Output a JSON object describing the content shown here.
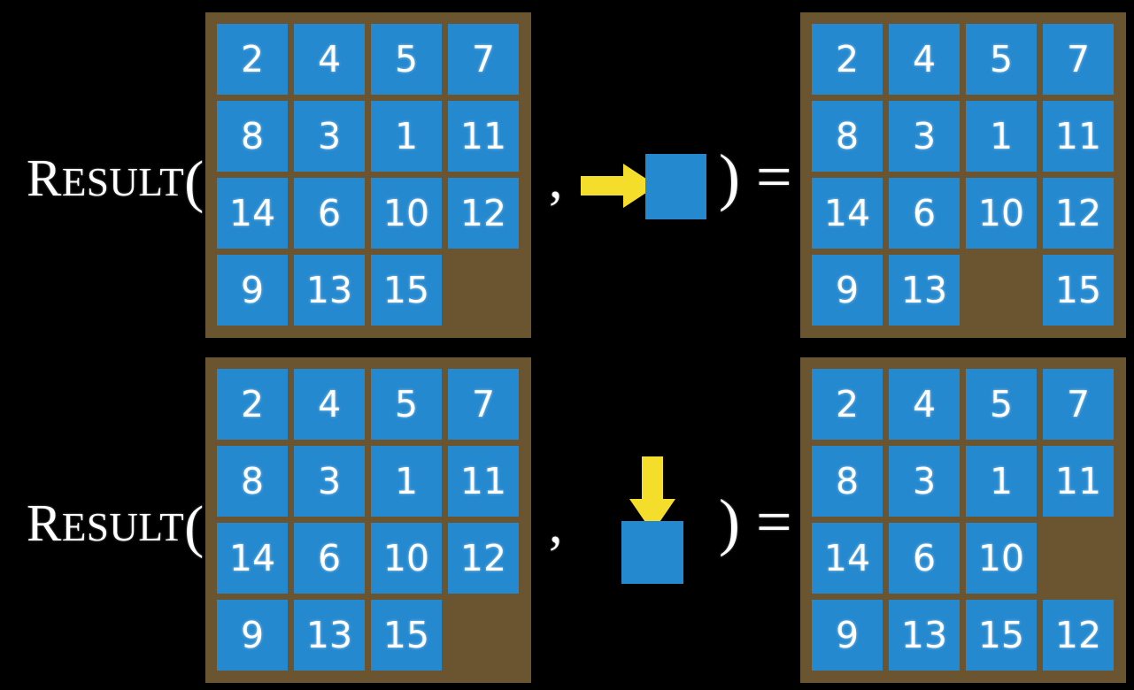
{
  "page": {
    "background_color": "#000000",
    "title_text": "RESULT",
    "open_paren": "(",
    "close_paren_equals": ") =",
    "comma": ",",
    "colors": {
      "tile_blue": "#2589d0",
      "board_brown": "#6b5530",
      "arrow_yellow": "#f5dd2b",
      "text_white": "#ffffff",
      "background": "#000000"
    }
  },
  "rows": [
    {
      "id": "row-slide-right",
      "label_cap": "R",
      "label_rest": "ESULT",
      "label_open": "(",
      "comma": ",",
      "close": ") =",
      "action": {
        "name": "slide-right",
        "arrow_direction": "right",
        "arrow_color": "#f5dd2b",
        "tile_color": "#2589d0"
      },
      "input_board": {
        "name": "input-board-top",
        "cells": [
          [
            "2",
            "4",
            "5",
            "7"
          ],
          [
            "8",
            "3",
            "1",
            "11"
          ],
          [
            "14",
            "6",
            "10",
            "12"
          ],
          [
            "9",
            "13",
            "15",
            ""
          ]
        ]
      },
      "output_board": {
        "name": "output-board-top",
        "cells": [
          [
            "2",
            "4",
            "5",
            "7"
          ],
          [
            "8",
            "3",
            "1",
            "11"
          ],
          [
            "14",
            "6",
            "10",
            "12"
          ],
          [
            "9",
            "13",
            "",
            "15"
          ]
        ]
      }
    },
    {
      "id": "row-slide-down",
      "label_cap": "R",
      "label_rest": "ESULT",
      "label_open": "(",
      "comma": ",",
      "close": ") =",
      "action": {
        "name": "slide-down",
        "arrow_direction": "down",
        "arrow_color": "#f5dd2b",
        "tile_color": "#2589d0"
      },
      "input_board": {
        "name": "input-board-bottom",
        "cells": [
          [
            "2",
            "4",
            "5",
            "7"
          ],
          [
            "8",
            "3",
            "1",
            "11"
          ],
          [
            "14",
            "6",
            "10",
            "12"
          ],
          [
            "9",
            "13",
            "15",
            ""
          ]
        ]
      },
      "output_board": {
        "name": "output-board-bottom",
        "cells": [
          [
            "2",
            "4",
            "5",
            "7"
          ],
          [
            "8",
            "3",
            "1",
            "11"
          ],
          [
            "14",
            "6",
            "10",
            ""
          ],
          [
            "9",
            "13",
            "15",
            "12"
          ]
        ]
      }
    }
  ]
}
